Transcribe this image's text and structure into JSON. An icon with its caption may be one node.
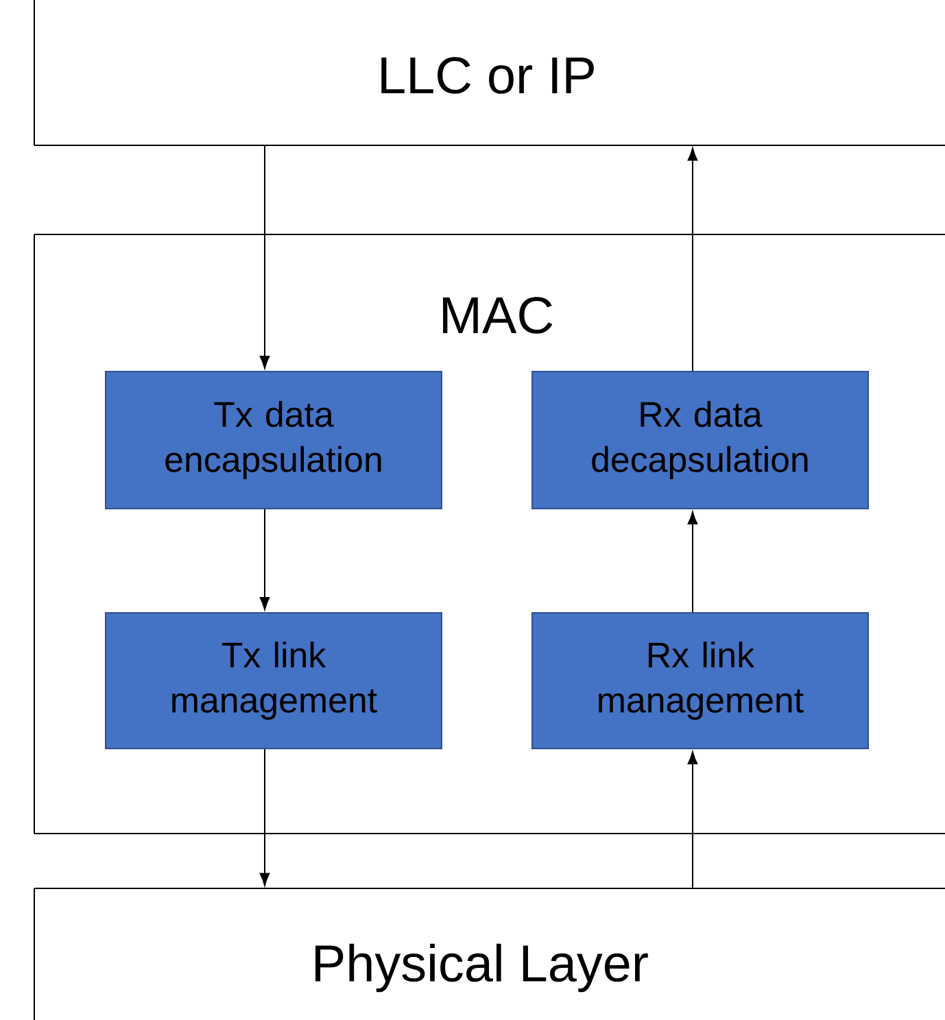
{
  "diagram": {
    "nodes": [
      {
        "text": [
          "LLC or IP"
        ]
      },
      {
        "text": [
          "MAC"
        ]
      },
      {
        "text": [
          "Tx data encapsulation"
        ],
        "in": 1
      },
      {
        "text": [
          "Rx data decapsulation"
        ],
        "in": 1
      },
      {
        "text": [
          "Tx link management"
        ],
        "in": 1
      },
      {
        "text": [
          "Rx link management"
        ],
        "in": 1
      },
      {
        "text": [
          "Physical Layer"
        ]
      }
    ],
    "edges": [
      {
        "from": 0,
        "to": 2,
        "arrow": "to"
      },
      {
        "from": 2,
        "to": 4,
        "arrow": "to"
      },
      {
        "from": 4,
        "to": 6,
        "arrow": "to"
      },
      {
        "from": 6,
        "to": 5,
        "arrow": "to"
      },
      {
        "from": 5,
        "to": 3,
        "arrow": "to"
      },
      {
        "from": 3,
        "to": 0,
        "arrow": "to"
      }
    ]
  }
}
